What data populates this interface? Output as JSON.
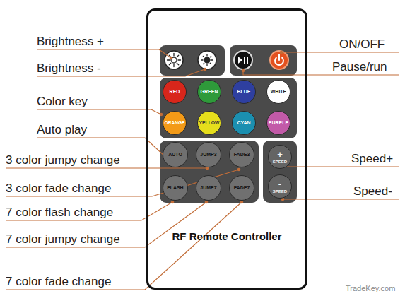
{
  "diagram": {
    "nodes": [
      {
        "text": [
          "RF Remote Controller"
        ]
      },
      {
        "text": [
          "RED"
        ],
        "in": 0
      },
      {
        "text": [
          "GREEN"
        ],
        "in": 0
      },
      {
        "text": [
          "BLUE"
        ],
        "in": 0
      },
      {
        "text": [
          "WHITE"
        ],
        "in": 0
      },
      {
        "text": [
          "ORANGE"
        ],
        "in": 0
      },
      {
        "text": [
          "YELLOW"
        ],
        "in": 0
      },
      {
        "text": [
          "CYAN"
        ],
        "in": 0
      },
      {
        "text": [
          "PURPLE"
        ],
        "in": 0
      },
      {
        "text": [
          "AUTO"
        ],
        "in": 0
      },
      {
        "text": [
          "JUMP3"
        ],
        "in": 0
      },
      {
        "text": [
          "FADE3"
        ],
        "in": 0
      },
      {
        "text": [
          "+",
          "SPEED"
        ],
        "in": 0
      },
      {
        "text": [
          "FLASH"
        ],
        "in": 0
      },
      {
        "text": [
          "JUMP7"
        ],
        "in": 0
      },
      {
        "text": [
          "FADE7"
        ],
        "in": 0
      },
      {
        "text": [
          "-",
          "SPEED"
        ],
        "in": 0
      }
    ],
    "labels": [
      "Brightness +",
      "ON/OFF",
      "Brightness -",
      "Pause/run",
      "Color key",
      "Auto play",
      "3 color jumpy change",
      "Speed+",
      "3 color fade change",
      "Speed-",
      "7 color flash change",
      "7 color jumpy change",
      "7 color fade change",
      "TradeKey.com"
    ]
  }
}
